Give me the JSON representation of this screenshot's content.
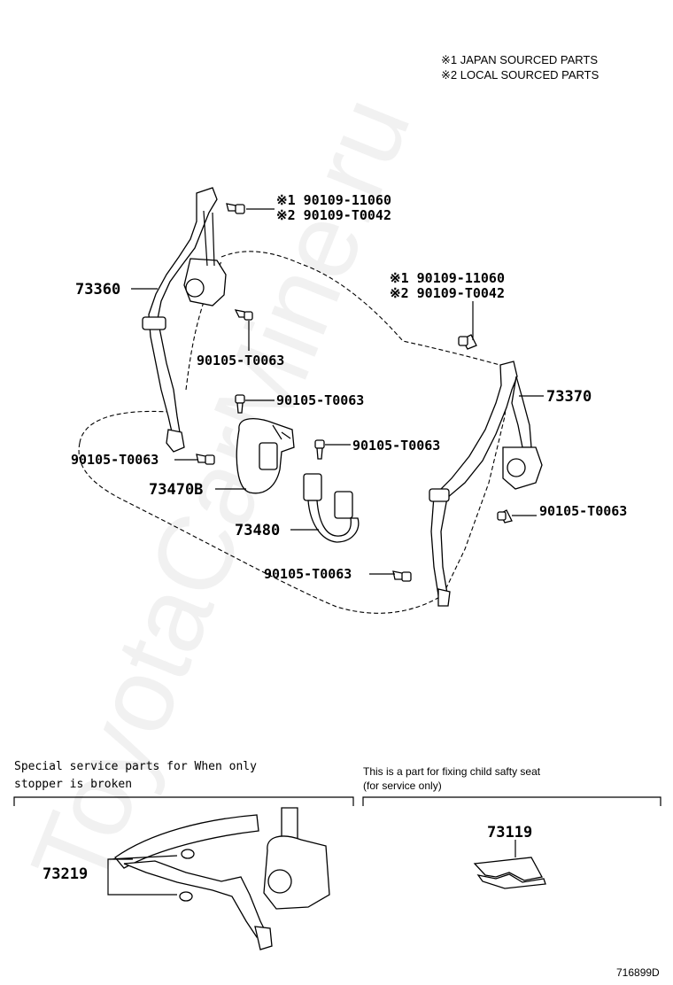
{
  "notes": {
    "japan": "※1 JAPAN SOURCED PARTS",
    "local": "※2 LOCAL SOURCED PARTS"
  },
  "labels": {
    "bolt_top_left_1": "※1 90109-11060",
    "bolt_top_left_2": "※2 90109-T0042",
    "bolt_right_1": "※1 90109-11060",
    "bolt_right_2": "※2 90109-T0042",
    "belt_left": "73360",
    "belt_right": "73370",
    "bolt_a": "90105-T0063",
    "bolt_b": "90105-T0063",
    "bolt_c": "90105-T0063",
    "bolt_d": "90105-T0063",
    "bolt_e": "90105-T0063",
    "bolt_f": "90105-T0063",
    "buckle_b": "73470B",
    "buckle_center": "73480",
    "stopper": "73219",
    "child_seat_part": "73119"
  },
  "sections": {
    "special_line1": "Special  service  parts  for  When  only",
    "special_line2": "stopper  is  broken",
    "child_line1": "This is a part for fixing child safty seat",
    "child_line2": "(for service only)"
  },
  "watermark": "ToyotaCarMine.ru",
  "figure_id": "716899D"
}
